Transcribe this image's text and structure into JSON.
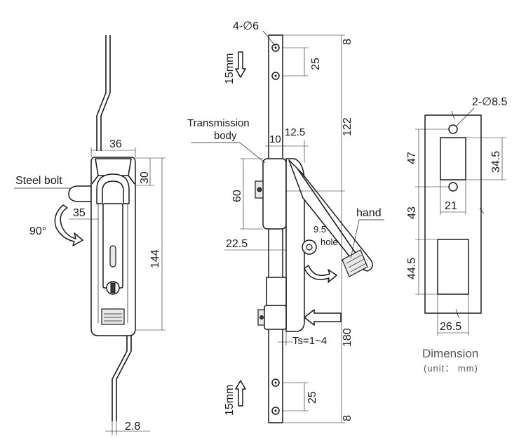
{
  "side_view": {
    "dim_top_width": "36",
    "dim_head": "30",
    "dim_height": "144",
    "dim_offset": "35",
    "dim_rod": "2.8",
    "label_bolt": "Steel bolt",
    "label_angle": "90°"
  },
  "front_view": {
    "holes": "4-∅6",
    "dim_top_edge": "8",
    "dim_hole_pitch_top": "25",
    "dim_upper": "122",
    "dim_lower": "180",
    "dim_hole_pitch_bottom": "25",
    "dim_bottom_edge": "8",
    "travel_top": "15mm",
    "travel_bottom": "15mm",
    "dim_body_width": "10",
    "dim_handle_width": "12.5",
    "dim_body_height": "60",
    "dim_depth": "22.5",
    "dim_hole_dia": "9.5",
    "label_hole": "hole",
    "label_hand": "hand",
    "label_body_line1": "Transmission",
    "label_body_line2": "body",
    "label_ts": "Ts=1~4"
  },
  "cutout": {
    "holes": "2-∅8.5",
    "dim_47": "47",
    "dim_43": "43",
    "dim_44_5": "44.5",
    "dim_34_5": "34.5",
    "dim_21": "21",
    "dim_26_5": "26.5",
    "caption": "Dimension",
    "unit": "(unit： mm)"
  }
}
